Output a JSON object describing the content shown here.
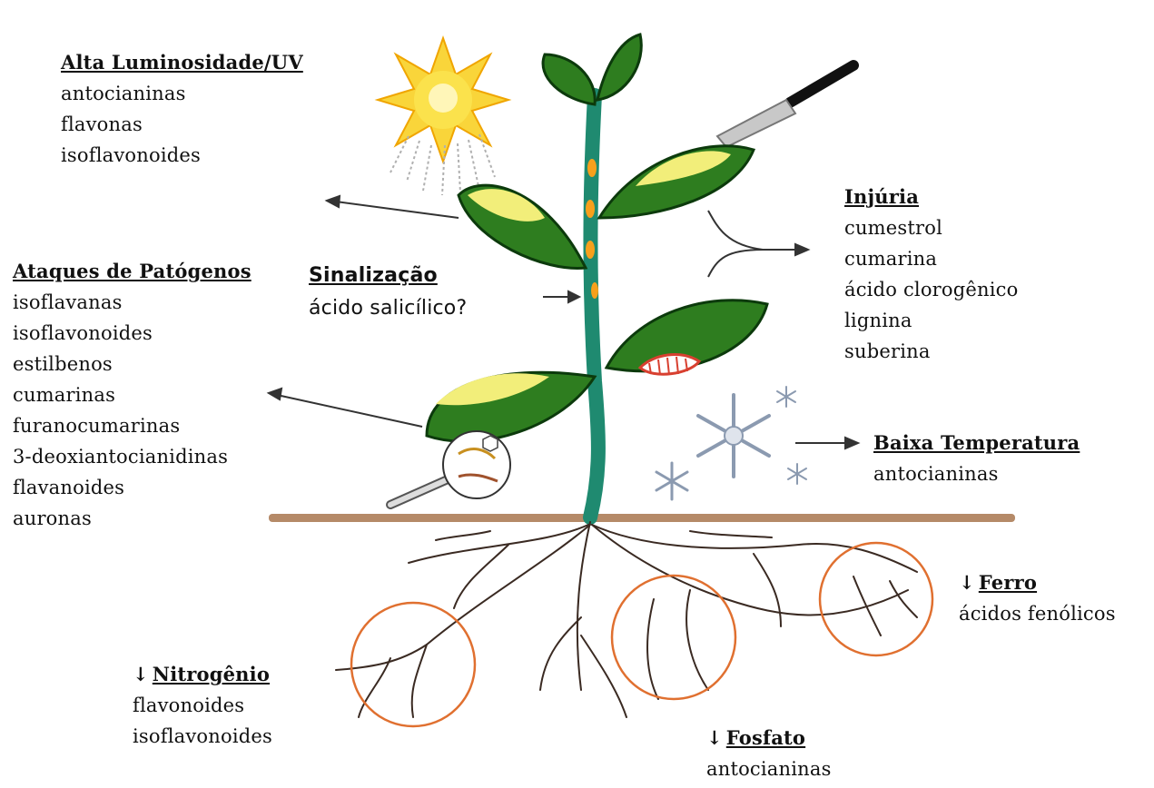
{
  "labels": {
    "luz": {
      "title": "Alta Luminosidade/UV",
      "items": [
        "antocianinas",
        "flavonas",
        "isoflavonoides"
      ]
    },
    "patogenos": {
      "title": "Ataques de Patógenos",
      "items": [
        "isoflavanas",
        "isoflavonoides",
        "estilbenos",
        "cumarinas",
        "furanocumarinas",
        "3-deoxiantocianidinas",
        "flavanoides",
        "auronas"
      ]
    },
    "sinalizacao": {
      "title": "Sinalização",
      "items": [
        "ácido salicílico?"
      ]
    },
    "injuria": {
      "title": "Injúria",
      "items": [
        "cumestrol",
        "cumarina",
        "ácido clorogênico",
        "lignina",
        "suberina"
      ]
    },
    "temperatura": {
      "title": "Baixa Temperatura",
      "items": [
        "antocianinas"
      ]
    },
    "ferro": {
      "arrow": "↓",
      "title": "Ferro",
      "items": [
        "ácidos fenólicos"
      ]
    },
    "nitrogenio": {
      "arrow": "↓",
      "title": "Nitrogênio",
      "items": [
        "flavonoides",
        "isoflavonoides"
      ]
    },
    "fosfato": {
      "arrow": "↓",
      "title": "Fosfato",
      "items": [
        "antocianinas"
      ]
    }
  },
  "colors": {
    "stem": "#1f8a70",
    "leaf": "#2e7d1f",
    "leaf_yellow": "#f2ee7a",
    "soil": "#b58a68",
    "root": "#3a2a22",
    "root_circle": "#e07030",
    "sun": "#f7c417",
    "snow": "#8b9ab0"
  }
}
